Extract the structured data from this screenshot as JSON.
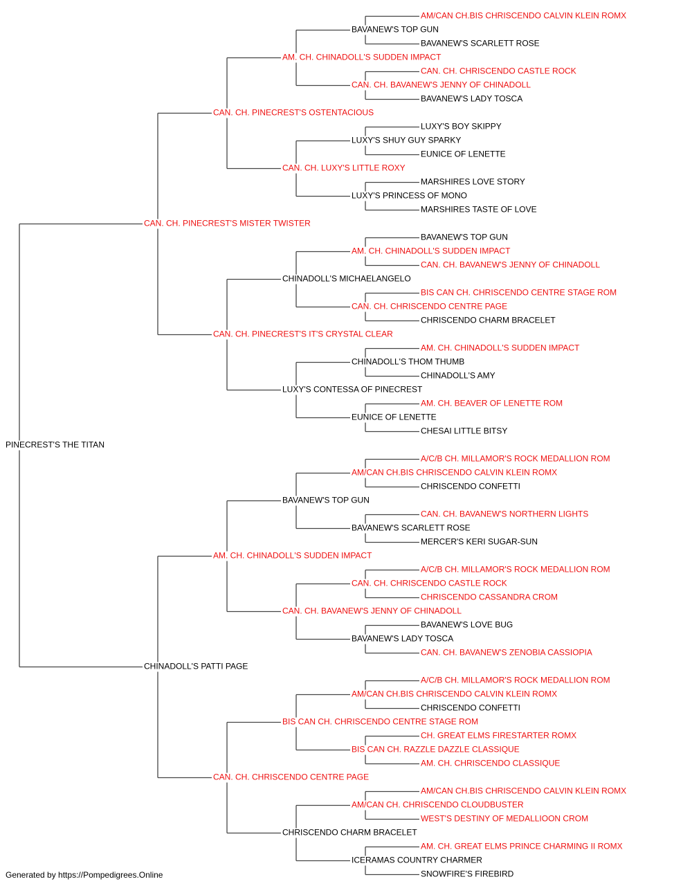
{
  "colors": {
    "champion": "#ee1111",
    "normal": "#000000",
    "line": "#444444"
  },
  "footer": "Generated by https://Pompedigrees.Online",
  "pedigree": {
    "name": "PINECREST'S THE TITAN",
    "champion": false,
    "sire": {
      "name": "CAN. CH. PINECREST'S MISTER TWISTER",
      "champion": true,
      "sire": {
        "name": "CAN. CH. PINECREST'S OSTENTACIOUS",
        "champion": true,
        "sire": {
          "name": "AM. CH. CHINADOLL'S SUDDEN IMPACT",
          "champion": true,
          "sire": {
            "name": "BAVANEW'S TOP GUN",
            "champion": false,
            "sire": {
              "name": "AM/CAN CH.BIS CHRISCENDO CALVIN KLEIN ROMX",
              "champion": true
            },
            "dam": {
              "name": "BAVANEW'S SCARLETT ROSE",
              "champion": false
            }
          },
          "dam": {
            "name": "CAN. CH. BAVANEW'S JENNY OF CHINADOLL",
            "champion": true,
            "sire": {
              "name": "CAN. CH. CHRISCENDO CASTLE ROCK",
              "champion": true
            },
            "dam": {
              "name": "BAVANEW'S LADY TOSCA",
              "champion": false
            }
          }
        },
        "dam": {
          "name": "CAN. CH. LUXY'S LITTLE ROXY",
          "champion": true,
          "sire": {
            "name": "LUXY'S SHUY GUY SPARKY",
            "champion": false,
            "sire": {
              "name": "LUXY'S BOY SKIPPY",
              "champion": false
            },
            "dam": {
              "name": "EUNICE OF LENETTE",
              "champion": false
            }
          },
          "dam": {
            "name": "LUXY'S PRINCESS OF MONO",
            "champion": false,
            "sire": {
              "name": "MARSHIRES LOVE STORY",
              "champion": false
            },
            "dam": {
              "name": "MARSHIRES TASTE OF LOVE",
              "champion": false
            }
          }
        }
      },
      "dam": {
        "name": "CAN. CH. PINECREST'S IT'S CRYSTAL CLEAR",
        "champion": true,
        "sire": {
          "name": "CHINADOLL'S MICHAELANGELO",
          "champion": false,
          "sire": {
            "name": "AM. CH. CHINADOLL'S SUDDEN IMPACT",
            "champion": true,
            "sire": {
              "name": "BAVANEW'S TOP GUN",
              "champion": false
            },
            "dam": {
              "name": "CAN. CH. BAVANEW'S JENNY OF CHINADOLL",
              "champion": true
            }
          },
          "dam": {
            "name": "CAN. CH. CHRISCENDO CENTRE PAGE",
            "champion": true,
            "sire": {
              "name": "BIS CAN CH. CHRISCENDO CENTRE STAGE ROM",
              "champion": true
            },
            "dam": {
              "name": "CHRISCENDO CHARM BRACELET",
              "champion": false
            }
          }
        },
        "dam": {
          "name": "LUXY'S CONTESSA OF PINECREST",
          "champion": false,
          "sire": {
            "name": "CHINADOLL'S THOM THUMB",
            "champion": false,
            "sire": {
              "name": "AM. CH. CHINADOLL'S SUDDEN IMPACT",
              "champion": true
            },
            "dam": {
              "name": "CHINADOLL'S AMY",
              "champion": false
            }
          },
          "dam": {
            "name": "EUNICE OF LENETTE",
            "champion": false,
            "sire": {
              "name": "AM. CH. BEAVER OF LENETTE ROM",
              "champion": true
            },
            "dam": {
              "name": "CHESAI LITTLE BITSY",
              "champion": false
            }
          }
        }
      }
    },
    "dam": {
      "name": "CHINADOLL'S PATTI PAGE",
      "champion": false,
      "sire": {
        "name": "AM. CH. CHINADOLL'S SUDDEN IMPACT",
        "champion": true,
        "sire": {
          "name": "BAVANEW'S TOP GUN",
          "champion": false,
          "sire": {
            "name": "AM/CAN CH.BIS CHRISCENDO CALVIN KLEIN ROMX",
            "champion": true,
            "sire": {
              "name": "A/C/B CH. MILLAMOR'S ROCK MEDALLION ROM",
              "champion": true
            },
            "dam": {
              "name": "CHRISCENDO CONFETTI",
              "champion": false
            }
          },
          "dam": {
            "name": "BAVANEW'S SCARLETT ROSE",
            "champion": false,
            "sire": {
              "name": "CAN. CH. BAVANEW'S NORTHERN LIGHTS",
              "champion": true
            },
            "dam": {
              "name": "MERCER'S KERI SUGAR-SUN",
              "champion": false
            }
          }
        },
        "dam": {
          "name": "CAN. CH. BAVANEW'S JENNY OF CHINADOLL",
          "champion": true,
          "sire": {
            "name": "CAN. CH. CHRISCENDO CASTLE ROCK",
            "champion": true,
            "sire": {
              "name": "A/C/B CH. MILLAMOR'S ROCK MEDALLION ROM",
              "champion": true
            },
            "dam": {
              "name": "CHRISCENDO CASSANDRA CROM",
              "champion": true
            }
          },
          "dam": {
            "name": "BAVANEW'S LADY TOSCA",
            "champion": false,
            "sire": {
              "name": "BAVANEW'S LOVE BUG",
              "champion": false
            },
            "dam": {
              "name": "CAN. CH. BAVANEW'S ZENOBIA CASSIOPIA",
              "champion": true
            }
          }
        }
      },
      "dam": {
        "name": "CAN. CH. CHRISCENDO CENTRE PAGE",
        "champion": true,
        "sire": {
          "name": "BIS CAN CH. CHRISCENDO CENTRE STAGE ROM",
          "champion": true,
          "sire": {
            "name": "AM/CAN CH.BIS CHRISCENDO CALVIN KLEIN ROMX",
            "champion": true,
            "sire": {
              "name": "A/C/B CH. MILLAMOR'S ROCK MEDALLION ROM",
              "champion": true
            },
            "dam": {
              "name": "CHRISCENDO CONFETTI",
              "champion": false
            }
          },
          "dam": {
            "name": "BIS CAN CH. RAZZLE DAZZLE CLASSIQUE",
            "champion": true,
            "sire": {
              "name": "CH. GREAT ELMS FIRESTARTER ROMX",
              "champion": true
            },
            "dam": {
              "name": "AM. CH. CHRISCENDO CLASSIQUE",
              "champion": true
            }
          }
        },
        "dam": {
          "name": "CHRISCENDO CHARM BRACELET",
          "champion": false,
          "sire": {
            "name": "AM/CAN CH. CHRISCENDO CLOUDBUSTER",
            "champion": true,
            "sire": {
              "name": "AM/CAN CH.BIS CHRISCENDO CALVIN KLEIN ROMX",
              "champion": true
            },
            "dam": {
              "name": "WEST'S DESTINY OF MEDALLIOON CROM",
              "champion": true
            }
          },
          "dam": {
            "name": "ICERAMAS COUNTRY CHARMER",
            "champion": false,
            "sire": {
              "name": "AM. CH. GREAT ELMS PRINCE CHARMING II ROMX",
              "champion": true
            },
            "dam": {
              "name": "SNOWFIRE'S FIREBIRD",
              "champion": false
            }
          }
        }
      }
    }
  }
}
